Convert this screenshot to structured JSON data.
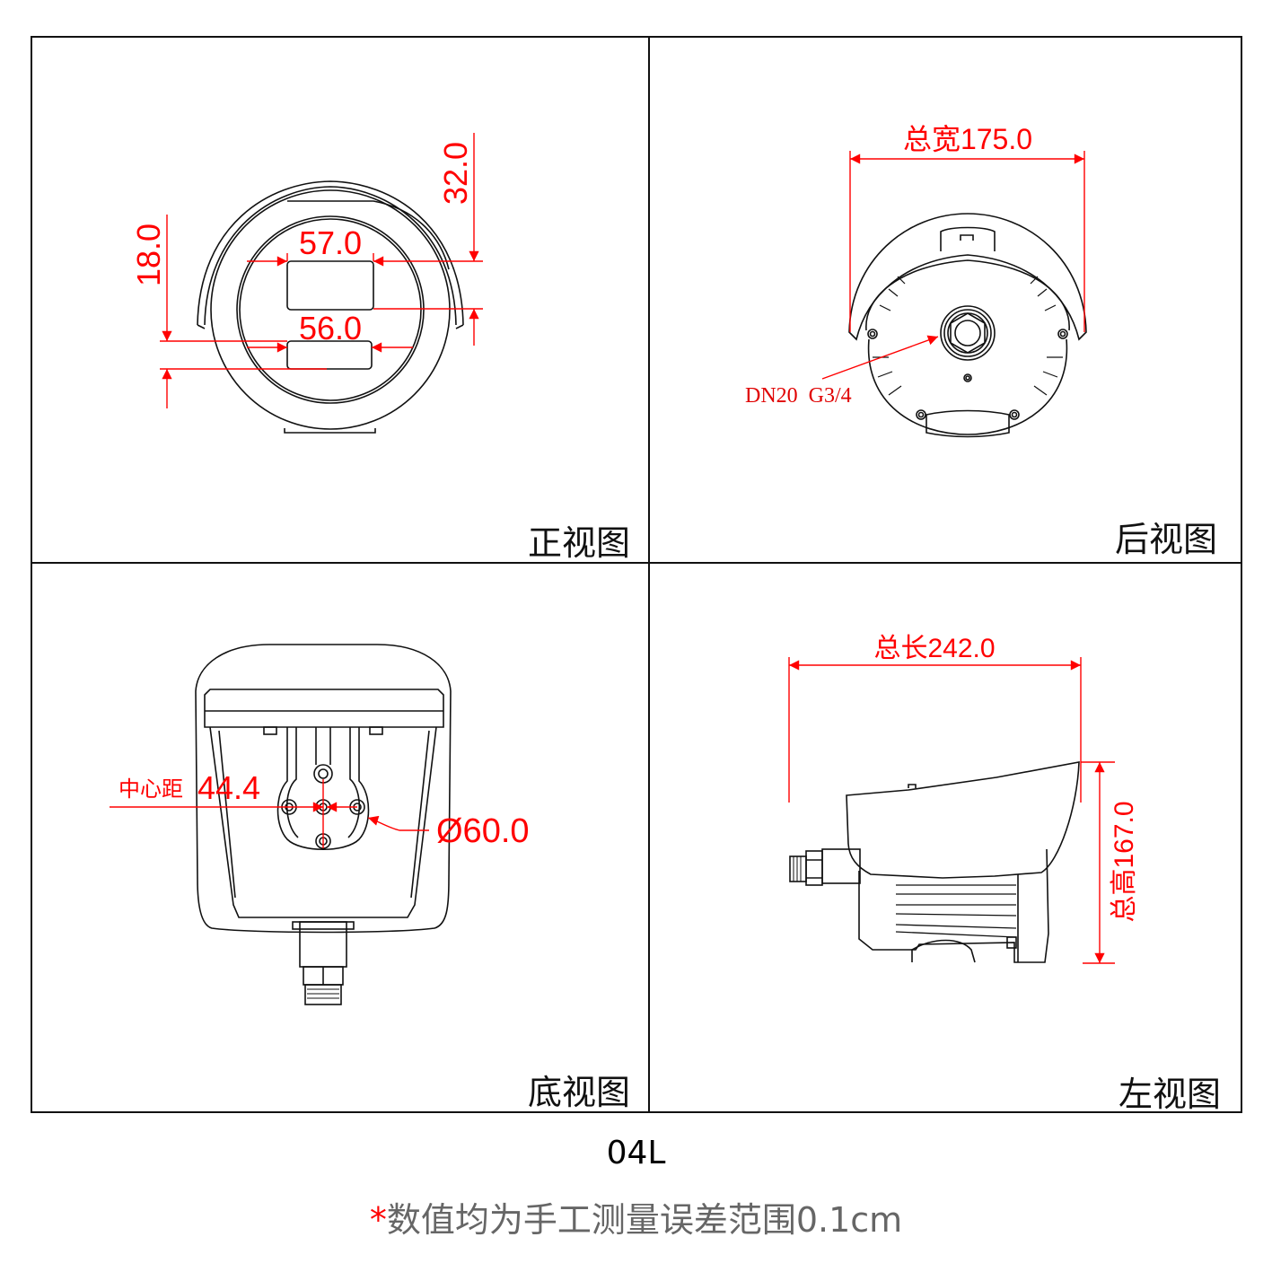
{
  "model": "04L",
  "note": {
    "asterisk": "*",
    "text": "数值均为手工测量误差范围0.1cm"
  },
  "colors": {
    "dimension": "#ff0000",
    "line": "#111111",
    "note": "#666666"
  },
  "views": {
    "front": {
      "label": "正视图",
      "dims": {
        "window_top_width": "57.0",
        "window_bottom_width": "56.0",
        "left_height": "18.0",
        "right_height": "32.0"
      }
    },
    "rear": {
      "label": "后视图",
      "dims": {
        "total_width": "总宽175.0",
        "thread": "DN20  G3/4"
      }
    },
    "bottom": {
      "label": "底视图",
      "dims": {
        "center_distance_label": "中心距",
        "center_distance": "44.4",
        "diameter": "Ø60.0"
      }
    },
    "left": {
      "label": "左视图",
      "dims": {
        "total_length": "总长242.0",
        "total_height": "总高167.0"
      }
    }
  }
}
